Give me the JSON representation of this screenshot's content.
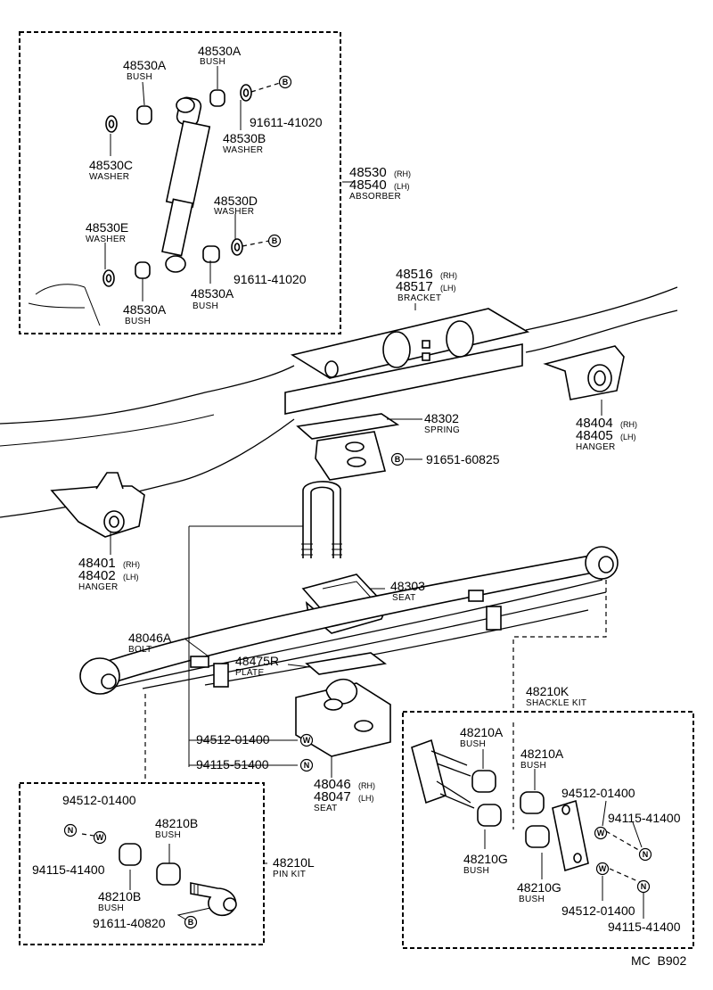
{
  "parts": {
    "absorber_top_bush_r": {
      "num": "48530A",
      "desc": "BUSH"
    },
    "absorber_top_bush_l": {
      "num": "48530A",
      "desc": "BUSH"
    },
    "absorber_top_washer": {
      "num": "48530B",
      "desc": "WASHER"
    },
    "absorber_top_washer_c": {
      "num": "48530C",
      "desc": "WASHER"
    },
    "absorber_nut_top": {
      "num": "91611-41020"
    },
    "absorber_low_washer_d": {
      "num": "48530D",
      "desc": "WASHER"
    },
    "absorber_low_washer_e": {
      "num": "48530E",
      "desc": "WASHER"
    },
    "absorber_low_bush_r": {
      "num": "48530A",
      "desc": "BUSH"
    },
    "absorber_low_bush_l": {
      "num": "48530A",
      "desc": "BUSH"
    },
    "absorber_nut_low": {
      "num": "91611-41020"
    },
    "absorber": {
      "num_rh": "48530",
      "side_rh": "(RH)",
      "num_lh": "48540",
      "side_lh": "(LH)",
      "desc": "ABSORBER"
    },
    "bracket": {
      "num_rh": "48516",
      "side_rh": "(RH)",
      "num_lh": "48517",
      "side_lh": "(LH)",
      "desc": "BRACKET"
    },
    "hanger_rear": {
      "num_rh": "48404",
      "side_rh": "(RH)",
      "num_lh": "48405",
      "side_lh": "(LH)",
      "desc": "HANGER"
    },
    "spring_bumper": {
      "num": "48302",
      "desc": "SPRING"
    },
    "bumper_bolt": {
      "num": "91651-60825"
    },
    "hanger_front": {
      "num_rh": "48401",
      "side_rh": "(RH)",
      "num_lh": "48402",
      "side_lh": "(LH)",
      "desc": "HANGER"
    },
    "upper_seat": {
      "num": "48303",
      "desc": "SEAT"
    },
    "center_bolt": {
      "num": "48046A",
      "desc": "BOLT"
    },
    "plate": {
      "num": "48475R",
      "desc": "PLATE"
    },
    "lower_washer": {
      "num": "94512-01400"
    },
    "lower_nut": {
      "num": "94115-51400"
    },
    "lower_seat": {
      "num_rh": "48046",
      "side_rh": "(RH)",
      "num_lh": "48047",
      "side_lh": "(LH)",
      "desc": "SEAT"
    },
    "shackle_kit": {
      "num": "48210K",
      "desc": "SHACKLE KIT"
    },
    "shackle_bush_a1": {
      "num": "48210A",
      "desc": "BUSH"
    },
    "shackle_bush_a2": {
      "num": "48210A",
      "desc": "BUSH"
    },
    "shackle_bush_g1": {
      "num": "48210G",
      "desc": "BUSH"
    },
    "shackle_bush_g2": {
      "num": "48210G",
      "desc": "BUSH"
    },
    "shackle_washer_1": {
      "num": "94512-01400"
    },
    "shackle_nut_1": {
      "num": "94115-41400"
    },
    "shackle_washer_2": {
      "num": "94512-01400"
    },
    "shackle_nut_2": {
      "num": "94115-41400"
    },
    "pin_kit": {
      "num": "48210L",
      "desc": "PIN KIT"
    },
    "pin_washer": {
      "num": "94512-01400"
    },
    "pin_nut": {
      "num": "94115-41400"
    },
    "pin_bush_1": {
      "num": "48210B",
      "desc": "BUSH"
    },
    "pin_bush_2": {
      "num": "48210B",
      "desc": "BUSH"
    },
    "pin_nut_b": {
      "num": "91611-40820"
    }
  },
  "symbols": {
    "bolt": "B",
    "washer": "W",
    "nut": "N"
  },
  "footer": {
    "code": "MC  B902"
  }
}
